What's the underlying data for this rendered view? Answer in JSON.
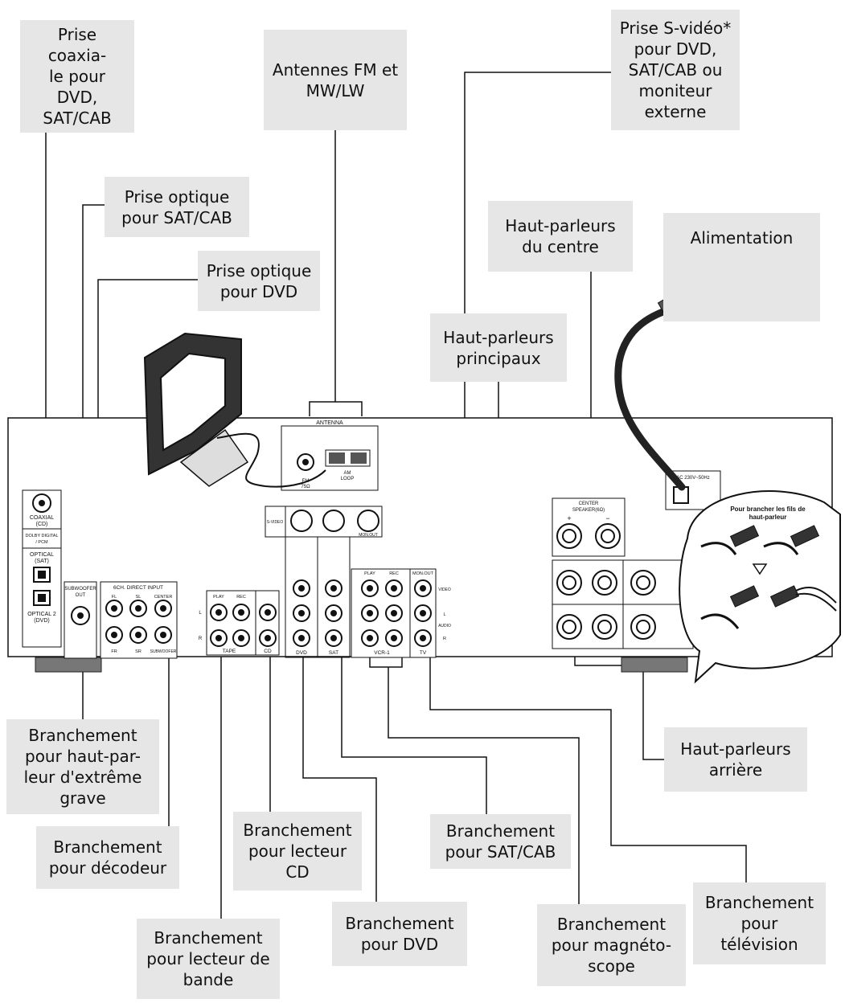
{
  "callouts": {
    "coaxial": "Prise coaxia-\nle pour\nDVD,\nSAT/CAB",
    "antennas": "Antennes FM et\nMW/LW",
    "svideo": "Prise S-vidéo*\npour DVD,\nSAT/CAB ou\nmoniteur\nexterne",
    "optical_sat": "Prise optique\npour SAT/CAB",
    "optical_dvd": "Prise optique\npour DVD",
    "center_speakers": "Haut-parleurs\ndu centre",
    "power": "Alimentation",
    "main_speakers": "Haut-parleurs\nprincipaux",
    "subwoofer": "Branchement\npour haut-par-\nleur d'extrême\ngrave",
    "decoder": "Branchement\npour décodeur",
    "cd": "Branchement\npour lecteur\nCD",
    "tape": "Branchement\npour lecteur de\nbande",
    "dvd": "Branchement\npour DVD",
    "satcab": "Branchement\npour SAT/CAB",
    "vcr": "Branchement\npour magnéto-\nscope",
    "tv": "Branchement\npour\ntélévision",
    "rear_speakers": "Haut-parleurs\narrière"
  },
  "panel": {
    "antenna": "ANTENNA",
    "fm": "FM",
    "fm_ohm": "75Ω",
    "am": "AM",
    "loop": "LOOP",
    "coaxial": "COAXIAL",
    "coaxial_cd": "(CD)",
    "dolby1": "DOLBY DIGITAL",
    "dolby2": "/ PCM",
    "optical": "OPTICAL",
    "optical_sat": "(SAT)",
    "optical2": "OPTICAL 2",
    "optical2_dvd": "(DVD)",
    "subwoofer_out1": "SUBWOOFER",
    "subwoofer_out2": "OUT",
    "direct_input": "6CH. DIRECT INPUT",
    "fl": "FL",
    "sl": "SL",
    "center": "CENTER",
    "fr": "FR",
    "sr": "SR",
    "subwoofer": "SUBWOOFER",
    "play": "PLAY",
    "rec": "REC",
    "tape": "TAPE",
    "cd": "CD",
    "l": "L",
    "r": "R",
    "svideo": "S-VIDEO",
    "mon_out": "MON.OUT",
    "dvd": "DVD",
    "sat": "SAT",
    "vcr1": "VCR-1",
    "tv": "TV",
    "video": "VIDEO",
    "audio": "AUDIO",
    "center_speaker1": "CENTER",
    "center_speaker2": "SPEAKER(6Ω)",
    "ac": "AC 230V~50Hz",
    "inset1": "Pour brancher les fils de",
    "inset2": "haut-parleur",
    "plus": "+",
    "minus": "−"
  }
}
